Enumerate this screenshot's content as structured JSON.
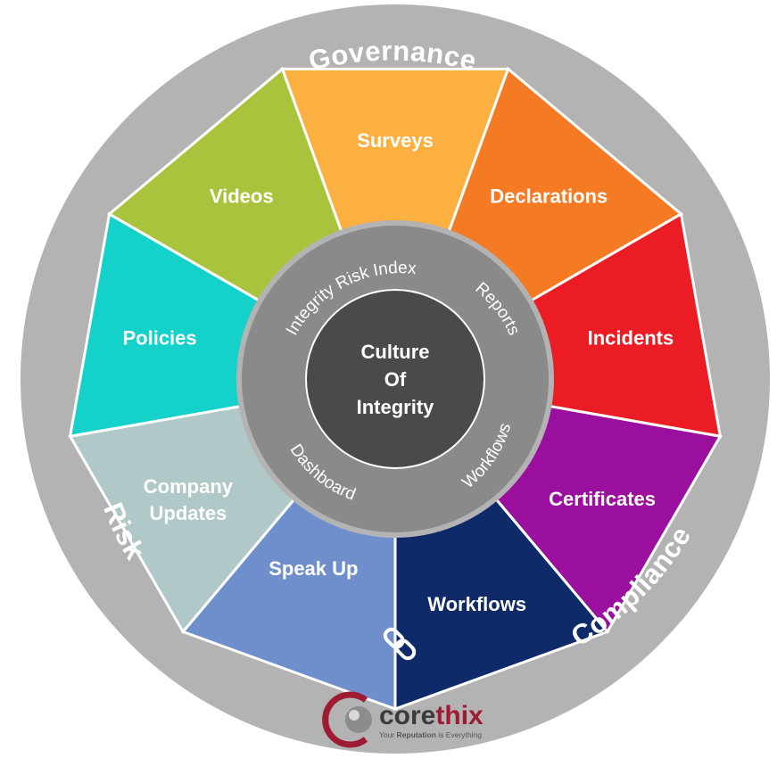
{
  "outer_ring": {
    "labels": [
      "Governance",
      "Risk",
      "Compliance"
    ],
    "color": "#b3b3b3"
  },
  "segments": [
    {
      "label": "Surveys",
      "color": "#fbb040"
    },
    {
      "label": "Declarations",
      "color": "#f47a24"
    },
    {
      "label": "Incidents",
      "color": "#ec1c24"
    },
    {
      "label": "Certificates",
      "color": "#9b0f9e"
    },
    {
      "label": "Workflows",
      "color": "#0f2a68"
    },
    {
      "label": "Speak Up",
      "color": "#6f8fcc"
    },
    {
      "label": "Company Updates",
      "color": "#b0c8c8"
    },
    {
      "label": "Policies",
      "color": "#14d1c9"
    },
    {
      "label": "Videos",
      "color": "#a9c43c"
    }
  ],
  "middle_ring": {
    "labels": [
      "Integrity Risk Index",
      "Reports",
      "Workflows",
      "Dashboard"
    ],
    "color": "#8a8a8a"
  },
  "center": {
    "lines": [
      "Culture",
      "Of",
      "Integrity"
    ],
    "color": "#4a4a4a"
  },
  "logo": {
    "word_part1": "core",
    "word_part2": "thix",
    "tagline_part1": "Your ",
    "tagline_bold": "Reputation",
    "tagline_part2": " is Everything",
    "colors": {
      "dark": "#3b3b3b",
      "accent": "#9e1b32"
    }
  }
}
